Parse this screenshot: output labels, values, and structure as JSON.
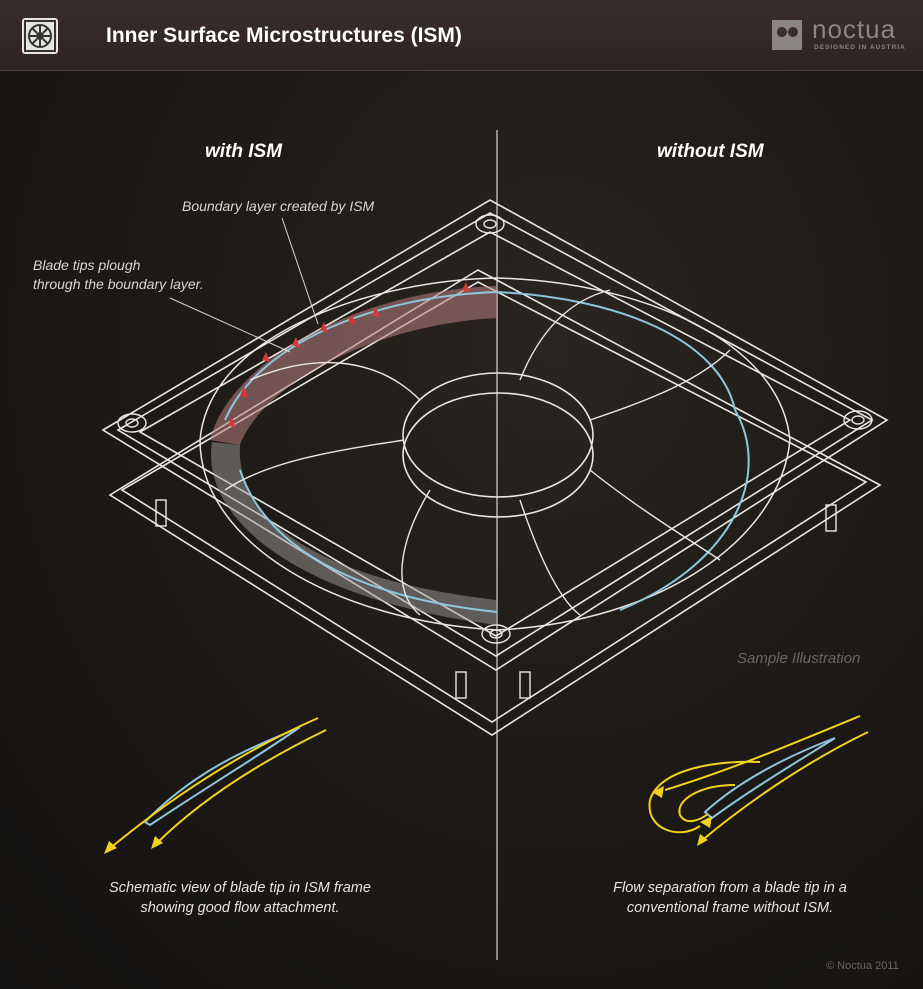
{
  "header": {
    "title": "Inner Surface Microstructures (ISM)",
    "brand_name": "noctua",
    "brand_tagline": "DESIGNED IN AUSTRIA",
    "logo_icon": "fan-icon"
  },
  "panels": {
    "left_heading": "with ISM",
    "right_heading": "without ISM"
  },
  "annotations": {
    "boundary_layer": "Boundary layer created by ISM",
    "blade_tips_line1": "Blade tips plough",
    "blade_tips_line2": "through the boundary layer.",
    "sample": "Sample Illustration"
  },
  "captions": {
    "left_line1": "Schematic view of blade tip in ISM frame",
    "left_line2": "showing good flow attachment.",
    "right_line1": "Flow separation from a blade tip in a",
    "right_line2": "conventional frame without ISM."
  },
  "footer": {
    "copyright": "© Noctua 2011"
  },
  "colors": {
    "header_bg": "#3a2e2c",
    "background": "#1e1a17",
    "outline": "#e9e7e4",
    "blade_blue": "#8ec6dc",
    "flow_yellow": "#f1d21c",
    "ism_red": "#d23a3a"
  }
}
